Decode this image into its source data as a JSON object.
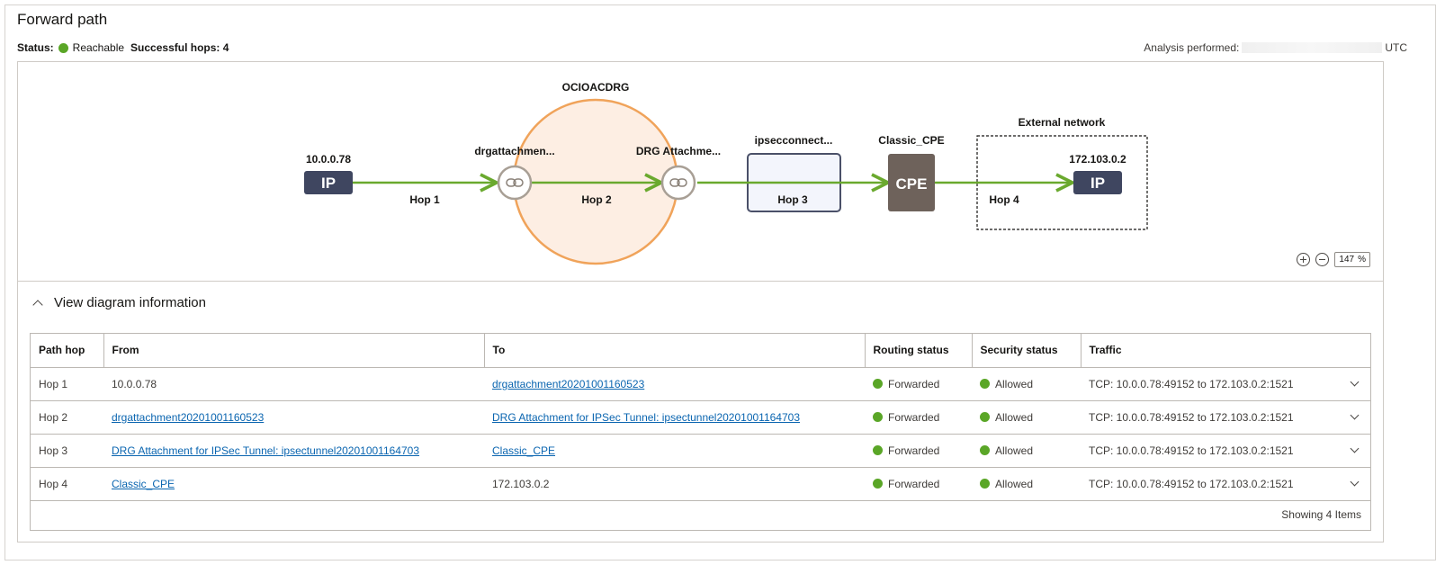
{
  "title": "Forward path",
  "status": {
    "label": "Status:",
    "value": "Reachable",
    "hops_label": "Successful hops: 4"
  },
  "analysis": {
    "label": "Analysis performed:",
    "suffix": "UTC"
  },
  "diagram": {
    "source_ip": "10.0.0.78",
    "ip_badge": "IP",
    "drg_name": "OCIOACDRG",
    "attach1_label": "drgattachmen...",
    "attach2_label": "DRG Attachme...",
    "ipsec_label": "ipsecconnect...",
    "cpe_label": "Classic_CPE",
    "cpe_badge": "CPE",
    "external_label": "External network",
    "dest_ip": "172.103.0.2",
    "hop1": "Hop 1",
    "hop2": "Hop 2",
    "hop3": "Hop 3",
    "hop4": "Hop 4",
    "colors": {
      "path": "#6aa92e",
      "drg_ring": "#f0a35a",
      "drg_fill": "#fdeee3",
      "ip_badge": "#3f4660",
      "cpe_badge": "#6e625b"
    }
  },
  "zoom": {
    "value": "147",
    "unit": "%"
  },
  "view_info_label": "View diagram information",
  "table": {
    "headers": [
      "Path hop",
      "From",
      "To",
      "Routing status",
      "Security status",
      "Traffic"
    ],
    "rows": [
      {
        "hop": "Hop 1",
        "from": "10.0.0.78",
        "to": "drgattachment20201001160523",
        "routing": "Forwarded",
        "security": "Allowed",
        "traffic": "TCP: 10.0.0.78:49152 to 172.103.0.2:1521"
      },
      {
        "hop": "Hop 2",
        "from": "drgattachment20201001160523",
        "to": "DRG Attachment for IPSec Tunnel: ipsectunnel20201001164703",
        "routing": "Forwarded",
        "security": "Allowed",
        "traffic": "TCP: 10.0.0.78:49152 to 172.103.0.2:1521"
      },
      {
        "hop": "Hop 3",
        "from": "DRG Attachment for IPSec Tunnel: ipsectunnel20201001164703",
        "to": "Classic_CPE",
        "routing": "Forwarded",
        "security": "Allowed",
        "traffic": "TCP: 10.0.0.78:49152 to 172.103.0.2:1521"
      },
      {
        "hop": "Hop 4",
        "from": "Classic_CPE",
        "to": "172.103.0.2",
        "routing": "Forwarded",
        "security": "Allowed",
        "traffic": "TCP: 10.0.0.78:49152 to 172.103.0.2:1521"
      }
    ],
    "footer": "Showing 4 Items"
  }
}
